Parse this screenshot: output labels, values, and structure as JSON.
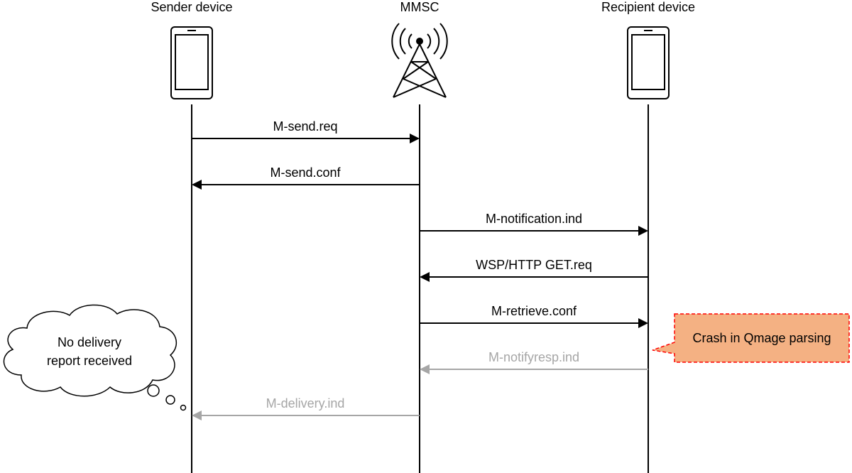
{
  "participants": [
    {
      "id": "sender",
      "label": "Sender device",
      "icon": "phone-icon"
    },
    {
      "id": "mmsc",
      "label": "MMSC",
      "icon": "antenna-tower-icon"
    },
    {
      "id": "recipient",
      "label": "Recipient device",
      "icon": "phone-icon"
    }
  ],
  "messages": [
    {
      "label": "M-send.req",
      "from": "sender",
      "to": "mmsc",
      "status": "normal"
    },
    {
      "label": "M-send.conf",
      "from": "mmsc",
      "to": "sender",
      "status": "normal"
    },
    {
      "label": "M-notification.ind",
      "from": "mmsc",
      "to": "recipient",
      "status": "normal"
    },
    {
      "label": "WSP/HTTP GET.req",
      "from": "recipient",
      "to": "mmsc",
      "status": "normal"
    },
    {
      "label": "M-retrieve.conf",
      "from": "mmsc",
      "to": "recipient",
      "status": "normal"
    },
    {
      "label": "M-notifyresp.ind",
      "from": "recipient",
      "to": "mmsc",
      "status": "not-sent"
    },
    {
      "label": "M-delivery.ind",
      "from": "mmsc",
      "to": "sender",
      "status": "not-sent"
    }
  ],
  "crash_note": {
    "text": "Crash in Qmage parsing"
  },
  "thought": {
    "lines": [
      "No delivery",
      "report received"
    ]
  },
  "colors": {
    "normal": "#000000",
    "not_sent": "#a6a6a6",
    "note_fill": "#f4b183",
    "note_border": "#ff0000"
  }
}
